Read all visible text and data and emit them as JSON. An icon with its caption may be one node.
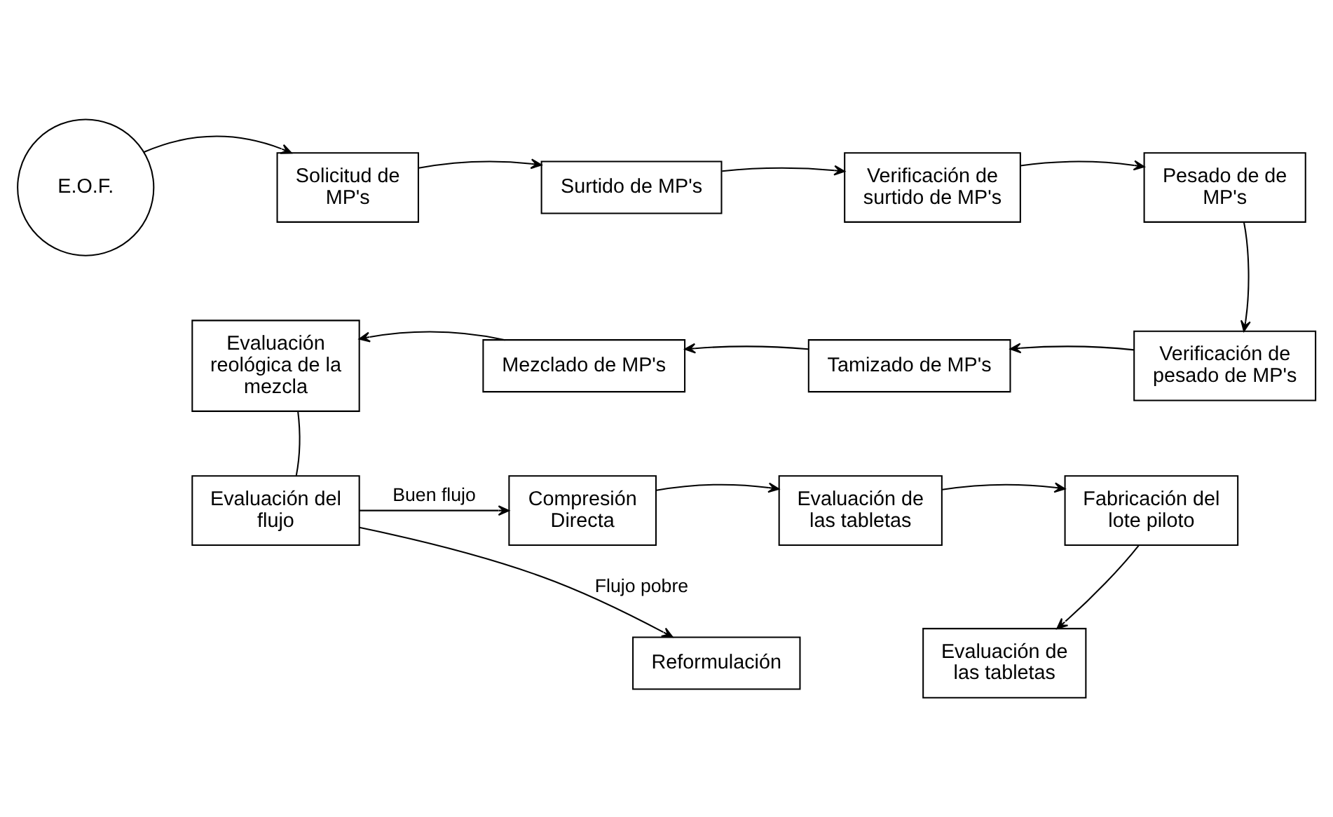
{
  "diagram": {
    "nodes": [
      {
        "text": [
          "E.O.F."
        ]
      },
      {
        "text": [
          "Solicitud de MP's"
        ]
      },
      {
        "text": [
          "Surtido de MP's"
        ]
      },
      {
        "text": [
          "Verificación de surtido de MP's"
        ]
      },
      {
        "text": [
          "Pesado de de MP's"
        ]
      },
      {
        "text": [
          "Verificación de pesado de MP's"
        ]
      },
      {
        "text": [
          "Tamizado de MP's"
        ]
      },
      {
        "text": [
          "Mezclado de MP's"
        ]
      },
      {
        "text": [
          "Evaluación reológica de la mezcla"
        ]
      },
      {
        "text": [
          "Evaluación del flujo"
        ]
      },
      {
        "text": [
          "Compresión Directa"
        ]
      },
      {
        "text": [
          "Evaluación de las tabletas"
        ]
      },
      {
        "text": [
          "Fabricación del lote piloto"
        ]
      },
      {
        "text": [
          "Reformulación"
        ]
      },
      {
        "text": [
          "Evaluación de las tabletas"
        ]
      }
    ],
    "edges": [
      {
        "from": 0,
        "to": 1,
        "arrow": "to"
      },
      {
        "from": 1,
        "to": 2,
        "arrow": "to"
      },
      {
        "from": 2,
        "to": 3,
        "arrow": "to"
      },
      {
        "from": 3,
        "to": 4,
        "arrow": "to"
      },
      {
        "from": 4,
        "to": 5,
        "arrow": "to"
      },
      {
        "from": 5,
        "to": 6,
        "arrow": "to"
      },
      {
        "from": 6,
        "to": 7,
        "arrow": "to"
      },
      {
        "from": 7,
        "to": 8,
        "arrow": "to"
      },
      {
        "from": 8,
        "to": 9,
        "arrow": "none"
      },
      {
        "from": 9,
        "to": 10,
        "arrow": "to",
        "label": "Buen flujo"
      },
      {
        "from": 9,
        "to": 13,
        "arrow": "to",
        "label": "Flujo pobre"
      },
      {
        "from": 10,
        "to": 11,
        "arrow": "to"
      },
      {
        "from": 11,
        "to": 12,
        "arrow": "to"
      },
      {
        "from": 12,
        "to": 14,
        "arrow": "to"
      }
    ]
  }
}
